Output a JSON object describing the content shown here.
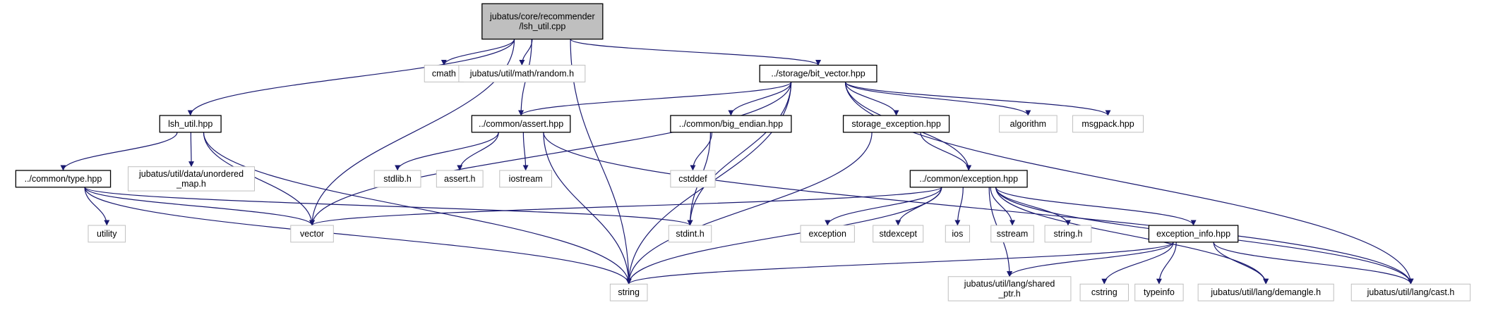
{
  "diagram": {
    "nodes": [
      {
        "id": "root",
        "lines": [
          "jubatus/core/recommender",
          "/lsh_util.cpp"
        ],
        "kind": "root"
      },
      {
        "id": "cmath",
        "lines": [
          "cmath"
        ],
        "kind": "external"
      },
      {
        "id": "random",
        "lines": [
          "jubatus/util/math/random.h"
        ],
        "kind": "external"
      },
      {
        "id": "bitvec",
        "lines": [
          "../storage/bit_vector.hpp"
        ],
        "kind": "internal"
      },
      {
        "id": "lshhpp",
        "lines": [
          "lsh_util.hpp"
        ],
        "kind": "internal"
      },
      {
        "id": "assert_hpp",
        "lines": [
          "../common/assert.hpp"
        ],
        "kind": "internal"
      },
      {
        "id": "bigendian",
        "lines": [
          "../common/big_endian.hpp"
        ],
        "kind": "internal"
      },
      {
        "id": "storexc",
        "lines": [
          "storage_exception.hpp"
        ],
        "kind": "internal"
      },
      {
        "id": "algorithm",
        "lines": [
          "algorithm"
        ],
        "kind": "external"
      },
      {
        "id": "msgpack",
        "lines": [
          "msgpack.hpp"
        ],
        "kind": "external"
      },
      {
        "id": "typehpp",
        "lines": [
          "../common/type.hpp"
        ],
        "kind": "internal"
      },
      {
        "id": "unordmap",
        "lines": [
          "jubatus/util/data/unordered",
          "_map.h"
        ],
        "kind": "external"
      },
      {
        "id": "stdlib",
        "lines": [
          "stdlib.h"
        ],
        "kind": "external"
      },
      {
        "id": "asserth",
        "lines": [
          "assert.h"
        ],
        "kind": "external"
      },
      {
        "id": "iostream",
        "lines": [
          "iostream"
        ],
        "kind": "external"
      },
      {
        "id": "cstddef",
        "lines": [
          "cstddef"
        ],
        "kind": "external"
      },
      {
        "id": "exchpp",
        "lines": [
          "../common/exception.hpp"
        ],
        "kind": "internal"
      },
      {
        "id": "utility",
        "lines": [
          "utility"
        ],
        "kind": "external"
      },
      {
        "id": "vector",
        "lines": [
          "vector"
        ],
        "kind": "external"
      },
      {
        "id": "stdint",
        "lines": [
          "stdint.h"
        ],
        "kind": "external"
      },
      {
        "id": "exception",
        "lines": [
          "exception"
        ],
        "kind": "external"
      },
      {
        "id": "stdexcept",
        "lines": [
          "stdexcept"
        ],
        "kind": "external"
      },
      {
        "id": "ios",
        "lines": [
          "ios"
        ],
        "kind": "external"
      },
      {
        "id": "sstream",
        "lines": [
          "sstream"
        ],
        "kind": "external"
      },
      {
        "id": "stringh",
        "lines": [
          "string.h"
        ],
        "kind": "external"
      },
      {
        "id": "excinfo",
        "lines": [
          "exception_info.hpp"
        ],
        "kind": "internal"
      },
      {
        "id": "string",
        "lines": [
          "string"
        ],
        "kind": "external"
      },
      {
        "id": "sharedptr",
        "lines": [
          "jubatus/util/lang/shared",
          "_ptr.h"
        ],
        "kind": "external"
      },
      {
        "id": "cstring",
        "lines": [
          "cstring"
        ],
        "kind": "external"
      },
      {
        "id": "typeinfo",
        "lines": [
          "typeinfo"
        ],
        "kind": "external"
      },
      {
        "id": "demangle",
        "lines": [
          "jubatus/util/lang/demangle.h"
        ],
        "kind": "external"
      },
      {
        "id": "casth",
        "lines": [
          "jubatus/util/lang/cast.h"
        ],
        "kind": "external"
      }
    ],
    "edges": [
      [
        "root",
        "lshhpp"
      ],
      [
        "root",
        "cmath"
      ],
      [
        "root",
        "random"
      ],
      [
        "root",
        "bitvec"
      ],
      [
        "root",
        "assert_hpp"
      ],
      [
        "root",
        "vector"
      ],
      [
        "root",
        "string"
      ],
      [
        "bitvec",
        "assert_hpp"
      ],
      [
        "bitvec",
        "bigendian"
      ],
      [
        "bitvec",
        "storexc"
      ],
      [
        "bitvec",
        "algorithm"
      ],
      [
        "bitvec",
        "msgpack"
      ],
      [
        "bitvec",
        "exchpp"
      ],
      [
        "bitvec",
        "casth"
      ],
      [
        "bitvec",
        "vector"
      ],
      [
        "bitvec",
        "string"
      ],
      [
        "bitvec",
        "stdint"
      ],
      [
        "lshhpp",
        "typehpp"
      ],
      [
        "lshhpp",
        "unordmap"
      ],
      [
        "lshhpp",
        "vector"
      ],
      [
        "lshhpp",
        "string"
      ],
      [
        "assert_hpp",
        "stdlib"
      ],
      [
        "assert_hpp",
        "asserth"
      ],
      [
        "assert_hpp",
        "iostream"
      ],
      [
        "assert_hpp",
        "string"
      ],
      [
        "assert_hpp",
        "casth"
      ],
      [
        "bigendian",
        "cstddef"
      ],
      [
        "bigendian",
        "stdint"
      ],
      [
        "storexc",
        "exchpp"
      ],
      [
        "storexc",
        "string"
      ],
      [
        "typehpp",
        "utility"
      ],
      [
        "typehpp",
        "vector"
      ],
      [
        "typehpp",
        "stdint"
      ],
      [
        "typehpp",
        "string"
      ],
      [
        "exchpp",
        "vector"
      ],
      [
        "exchpp",
        "exception"
      ],
      [
        "exchpp",
        "stdexcept"
      ],
      [
        "exchpp",
        "ios"
      ],
      [
        "exchpp",
        "sstream"
      ],
      [
        "exchpp",
        "stringh"
      ],
      [
        "exchpp",
        "excinfo"
      ],
      [
        "exchpp",
        "string"
      ],
      [
        "exchpp",
        "sharedptr"
      ],
      [
        "exchpp",
        "demangle"
      ],
      [
        "exchpp",
        "casth"
      ],
      [
        "excinfo",
        "string"
      ],
      [
        "excinfo",
        "sharedptr"
      ],
      [
        "excinfo",
        "cstring"
      ],
      [
        "excinfo",
        "typeinfo"
      ],
      [
        "excinfo",
        "demangle"
      ],
      [
        "excinfo",
        "casth"
      ]
    ],
    "colors": {
      "edge": "#191970",
      "root_fill": "#bfbfbf",
      "root_border": "#000000",
      "internal_border": "#000000",
      "external_border": "#bfbfbf",
      "node_fill": "#ffffff"
    }
  }
}
